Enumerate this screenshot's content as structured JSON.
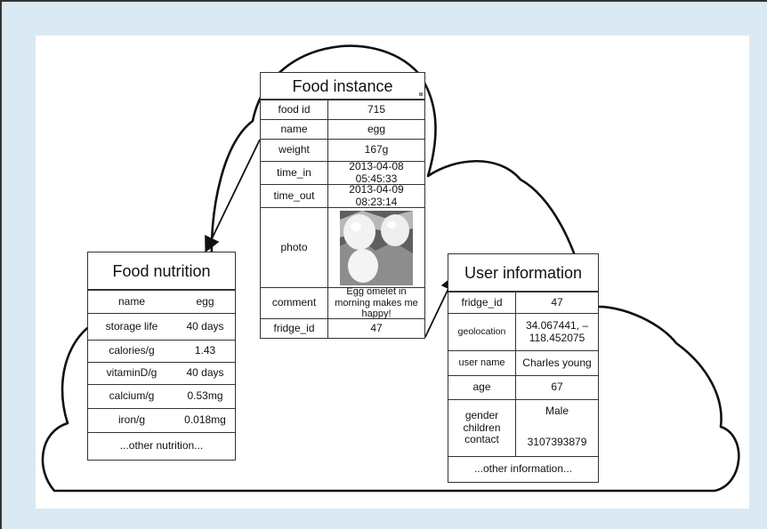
{
  "food_instance": {
    "title": "Food instance",
    "rows": [
      {
        "key": "food id",
        "value": "715"
      },
      {
        "key": "name",
        "value": "egg"
      },
      {
        "key": "weight",
        "value": "167g"
      },
      {
        "key": "time_in",
        "value": "2013-04-08 05:45:33"
      },
      {
        "key": "time_out",
        "value": "2013-04-09 08:23:14"
      }
    ],
    "photo_label": "photo",
    "comment_label": "comment",
    "comment_value": "Egg omelet in morning makes me happy!",
    "fridge_id_label": "fridge_id",
    "fridge_id_value": "47"
  },
  "food_nutrition": {
    "title": "Food nutrition",
    "rows": [
      {
        "key": "name",
        "value": "egg"
      },
      {
        "key": "storage life",
        "value": "40 days"
      },
      {
        "key": "calories/g",
        "value": "1.43"
      },
      {
        "key": "vitaminD/g",
        "value": "40 days"
      },
      {
        "key": "calcium/g",
        "value": "0.53mg"
      },
      {
        "key": "iron/g",
        "value": "0.018mg"
      }
    ],
    "footer": "...other nutrition..."
  },
  "user_information": {
    "title": "User information",
    "rows": [
      {
        "key": "fridge_id",
        "value": "47"
      },
      {
        "key": "geolocation",
        "value": "34.067441, –118.452075"
      },
      {
        "key": "user name",
        "value": "Charles young"
      },
      {
        "key": "age",
        "value": "67"
      }
    ],
    "multi_keys": [
      "gender",
      "children",
      "contact"
    ],
    "multi_values": [
      "Male",
      "3107393879"
    ],
    "footer": "...other information..."
  }
}
